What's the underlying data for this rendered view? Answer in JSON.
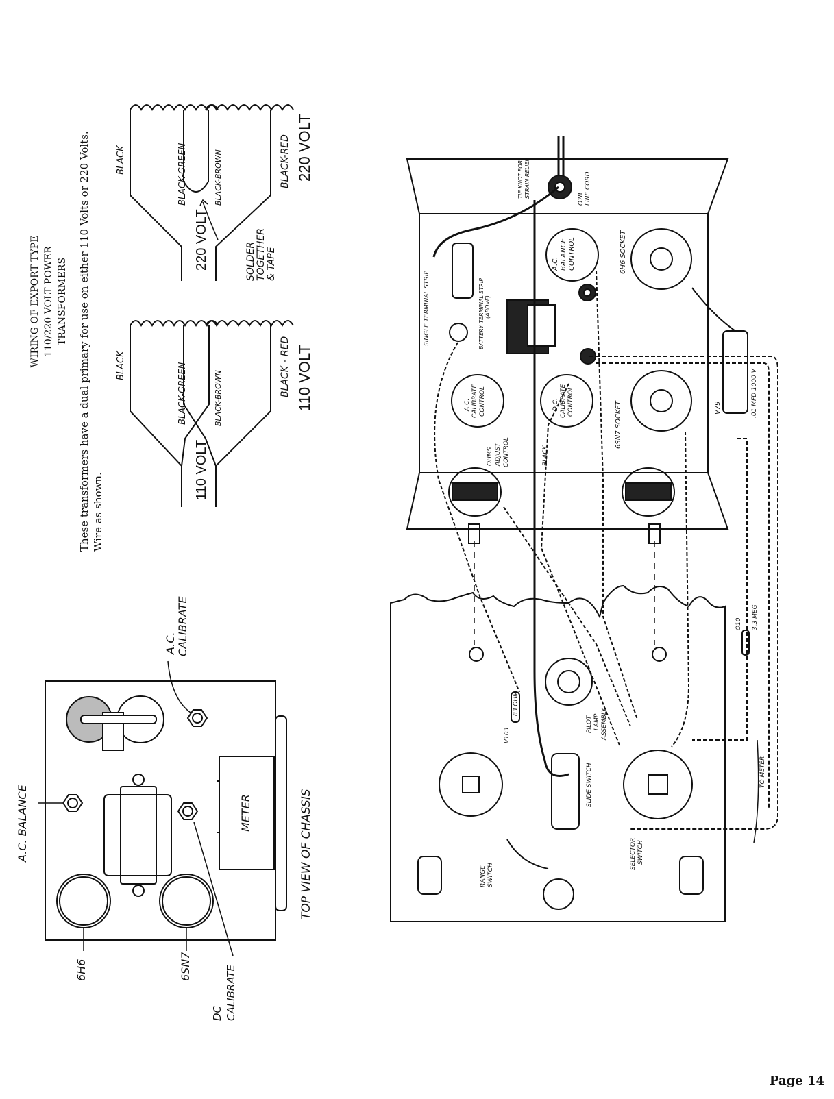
{
  "header": {
    "title_line1": "WIRING OF EXPORT TYPE",
    "title_line2": "110/220 VOLT POWER",
    "title_line3": "TRANSFORMERS",
    "description_line1": "These transformers have a dual primary for use on either 110 Volts or 220 Volts.",
    "description_line2": "Wire as shown."
  },
  "transformer_110": {
    "black": "BLACK",
    "black_green": "BLACK-GREEN",
    "black_brown": "BLACK-BROWN",
    "black_red": "BLACK - RED",
    "volt_left": "110 VOLT",
    "volt_right": "110 VOLT"
  },
  "transformer_220": {
    "black": "BLACK",
    "black_green": "BLACK-GREEN",
    "black_brown": "BLACK-BROWN",
    "black_red": "BLACK-RED",
    "volt_left": "220 VOLT",
    "volt_right": "220 VOLT",
    "solder_line1": "SOLDER",
    "solder_line2": "TOGETHER",
    "solder_line3": "& TAPE"
  },
  "top_view": {
    "ac_balance": "A.C. BALANCE",
    "ac_calibrate_line1": "A.C.",
    "ac_calibrate_line2": "CALIBRATE",
    "tube_6h6": "6H6",
    "tube_6sn7": "6SN7",
    "dc_calibrate_line1": "DC",
    "dc_calibrate_line2": "CALIBRATE",
    "meter": "METER",
    "caption": "TOP VIEW OF CHASSIS"
  },
  "wiring": {
    "tie_knot_line1": "TIE KNOT FOR",
    "tie_knot_line2": "STRAIN RELIEF",
    "line_cord_line1": "O78",
    "line_cord_line2": "LINE CORD",
    "ac_balance_line1": "A.C.",
    "ac_balance_line2": "BALANCE",
    "ac_balance_line3": "CONTROL",
    "socket_6h6": "6H6 SOCKET",
    "single_terminal_strip": "SINGLE TERMINAL STRIP",
    "battery_strip_line1": "BATTERY TERMINAL STRIP",
    "battery_strip_line2": "(ABOVE)",
    "ac_cal_line1": "A.C.",
    "ac_cal_line2": "CALIBRATE",
    "ac_cal_line3": "CONTROL",
    "dc_cal_line1": "D.C.",
    "dc_cal_line2": "CALIBRATE",
    "dc_cal_line3": "CONTROL",
    "socket_6sn7": "6SN7 SOCKET",
    "v79": "V79",
    "cap_value": ".01 MFD 1000 V",
    "ohms_line1": "OHMS",
    "ohms_line2": "ADJUST",
    "ohms_line3": "CONTROL",
    "black": "BLACK",
    "v103": "V103",
    "res_83": "83 OHM",
    "pilot_line1": "PILOT",
    "pilot_line2": "LAMP",
    "pilot_line3": "ASSEMBLY",
    "slide_switch": "SLIDE SWITCH",
    "range_line1": "RANGE",
    "range_line2": "SWITCH",
    "selector_line1": "SELECTOR",
    "selector_line2": "SWITCH",
    "o10": "O10",
    "res_33": "3.3 MEG",
    "to_meter": "TO METER"
  },
  "footer": {
    "page": "Page 14"
  }
}
